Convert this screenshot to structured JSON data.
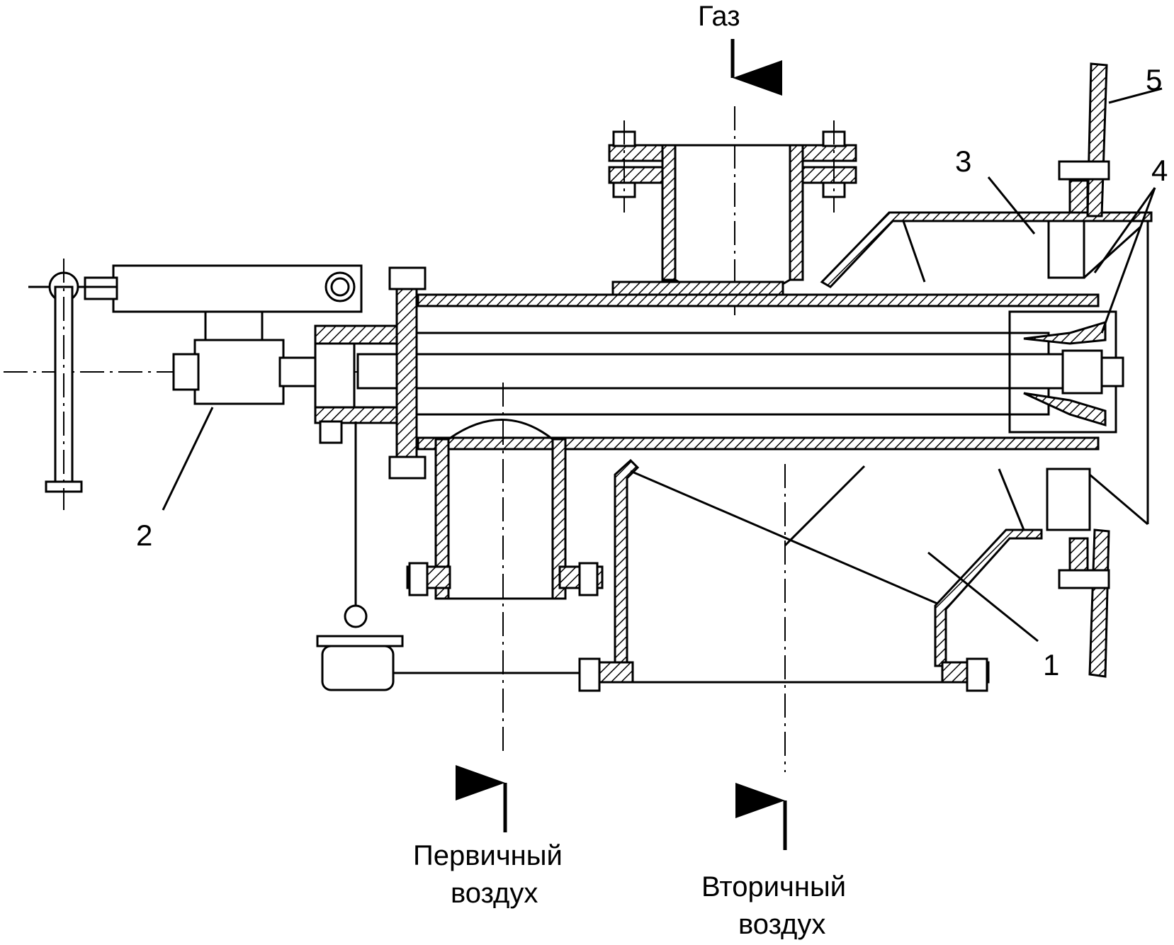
{
  "flows": {
    "gas": "Газ",
    "primary_air_line1": "Первичный",
    "primary_air_line2": "воздух",
    "secondary_air_line1": "Вторичный",
    "secondary_air_line2": "воздух"
  },
  "callouts": {
    "c1": "1",
    "c2": "2",
    "c3": "3",
    "c4": "4",
    "c5": "5"
  }
}
